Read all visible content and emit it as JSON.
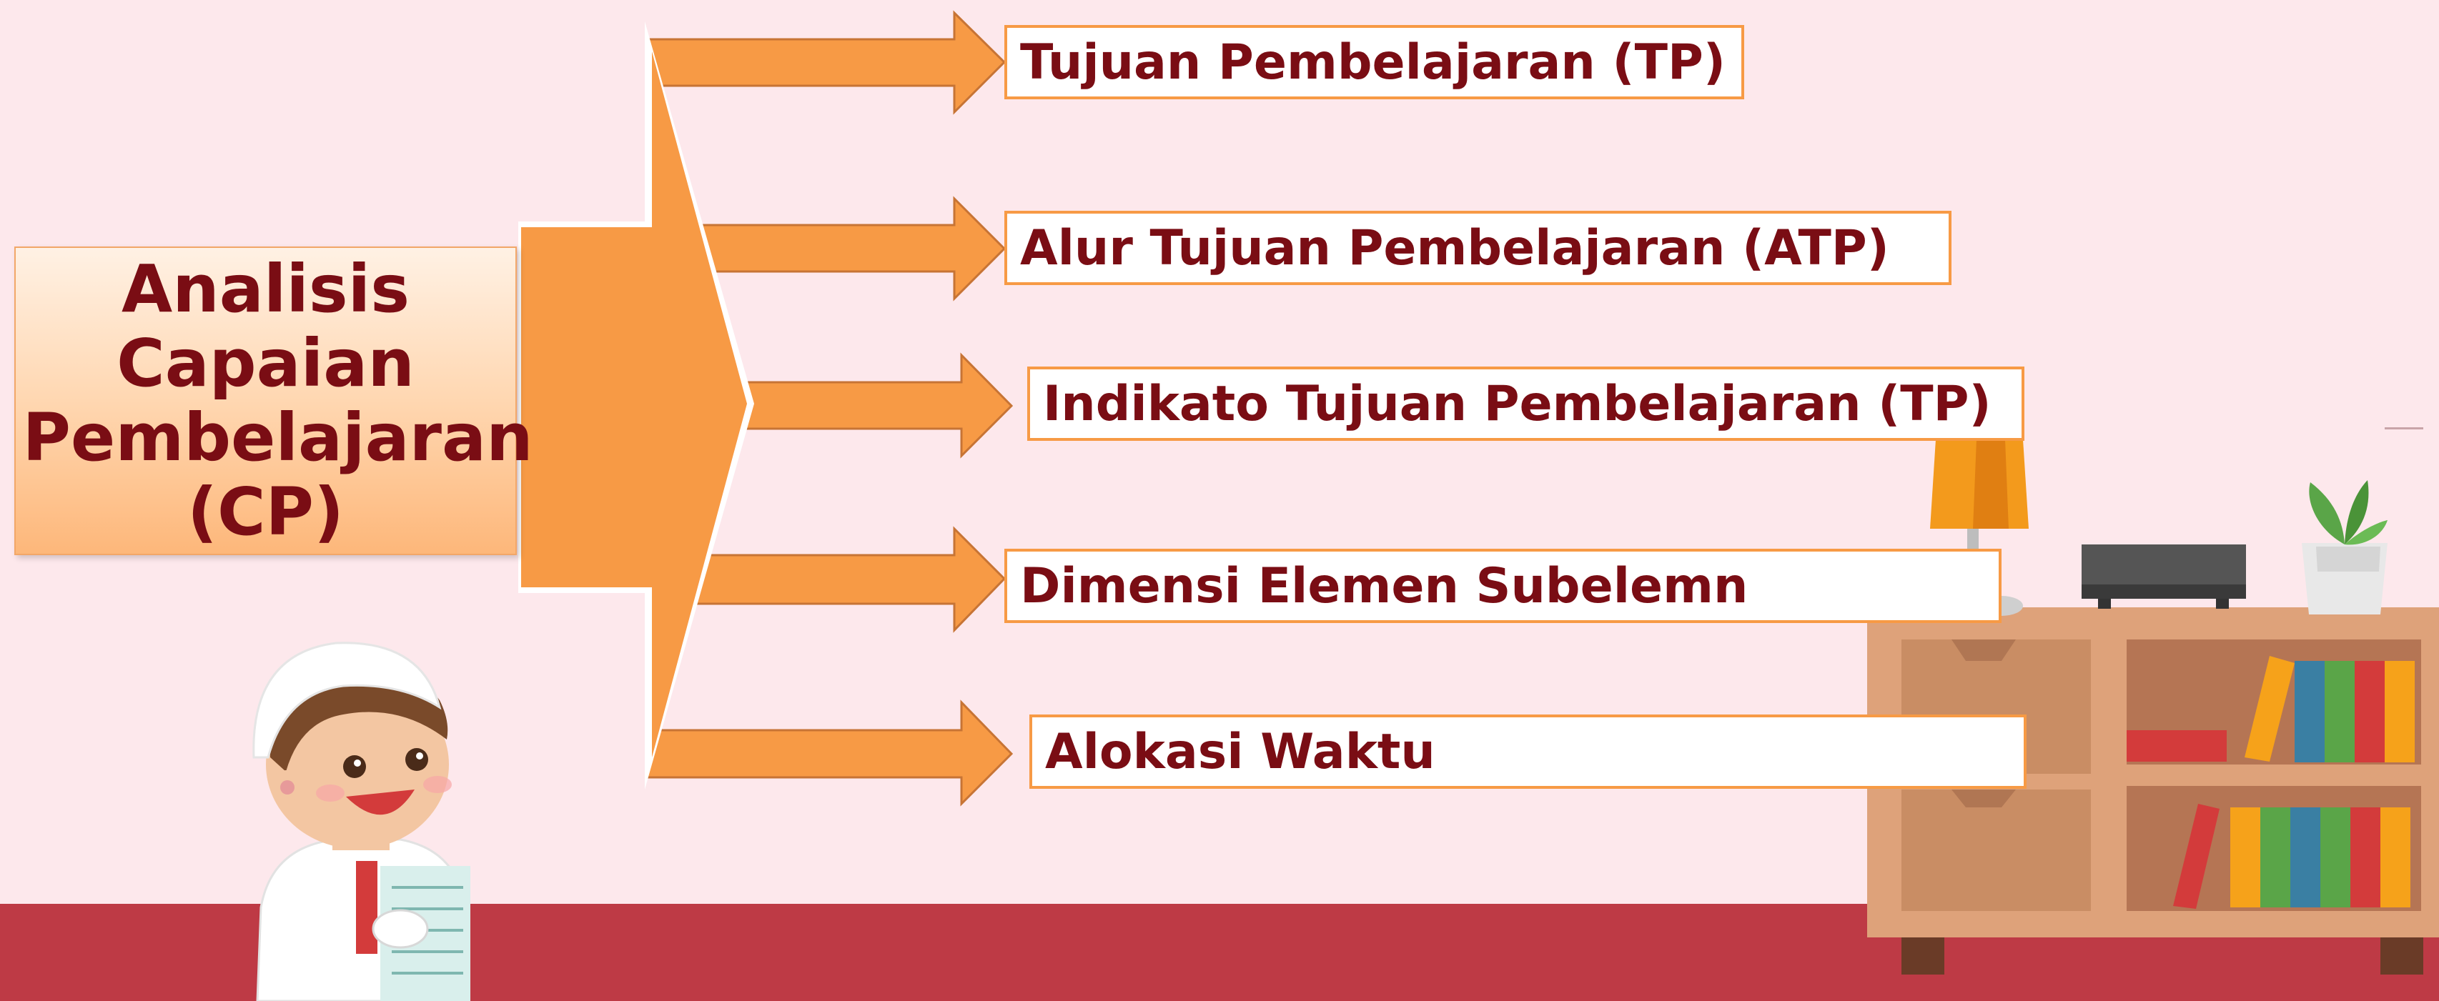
{
  "source": {
    "lines": [
      "Analisis",
      "Capaian",
      "Pembelajaran",
      "(CP)"
    ]
  },
  "targets": [
    {
      "label": "Tujuan Pembelajaran (TP)"
    },
    {
      "label": "Alur Tujuan Pembelajaran (ATP)"
    },
    {
      "label": "Indikato Tujuan Pembelajaran (TP)"
    },
    {
      "label": "Dimensi Elemen Subelemn"
    },
    {
      "label": "Alokasi Waktu"
    }
  ],
  "colors": {
    "background": "#fde8ec",
    "floor": "#be3a45",
    "arrow": "#f79a45",
    "text": "#7a0d14",
    "box_border": "#f79a45"
  }
}
